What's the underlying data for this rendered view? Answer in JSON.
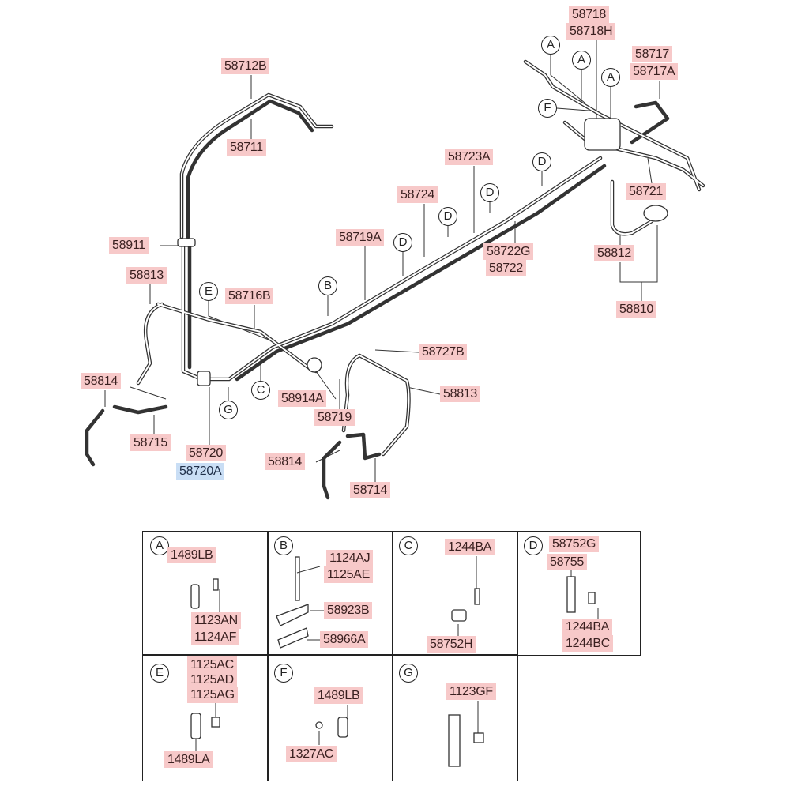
{
  "diagram": {
    "labels": {
      "p58718": "58718",
      "p58718H": "58718H",
      "p58712B": "58712B",
      "p58717": "58717",
      "p58717A": "58717A",
      "p58711": "58711",
      "p58723A": "58723A",
      "p58721": "58721",
      "p58724": "58724",
      "p58719A": "58719A",
      "p58911": "58911",
      "p58722G": "58722G",
      "p58722": "58722",
      "p58812": "58812",
      "p58813a": "58813",
      "p58716B": "58716B",
      "p58810": "58810",
      "p58727B": "58727B",
      "p58813b": "58813",
      "p58814a": "58814",
      "p58914A": "58914A",
      "p58719": "58719",
      "p58715": "58715",
      "p58720": "58720",
      "p58720A": "58720A",
      "p58814b": "58814",
      "p58714": "58714"
    },
    "callouts": [
      "A",
      "A",
      "A",
      "F",
      "D",
      "D",
      "D",
      "D",
      "B",
      "E",
      "C",
      "G"
    ]
  },
  "detail_table": {
    "cells": [
      {
        "letter": "A",
        "parts": [
          "1489LB",
          "1123AN",
          "1124AF"
        ]
      },
      {
        "letter": "B",
        "parts": [
          "1124AJ",
          "1125AE",
          "58923B",
          "58966A"
        ]
      },
      {
        "letter": "C",
        "parts": [
          "1244BA",
          "58752H"
        ]
      },
      {
        "letter": "D",
        "parts": [
          "58752G",
          "58755",
          "1244BA",
          "1244BC"
        ]
      },
      {
        "letter": "E",
        "parts": [
          "1125AC",
          "1125AD",
          "1125AG",
          "1489LA"
        ]
      },
      {
        "letter": "F",
        "parts": [
          "1489LB",
          "1327AC"
        ]
      },
      {
        "letter": "G",
        "parts": [
          "1123GF"
        ]
      }
    ]
  },
  "colors": {
    "label_highlight": "#f7c9c9",
    "selected_highlight": "#c9def5"
  }
}
